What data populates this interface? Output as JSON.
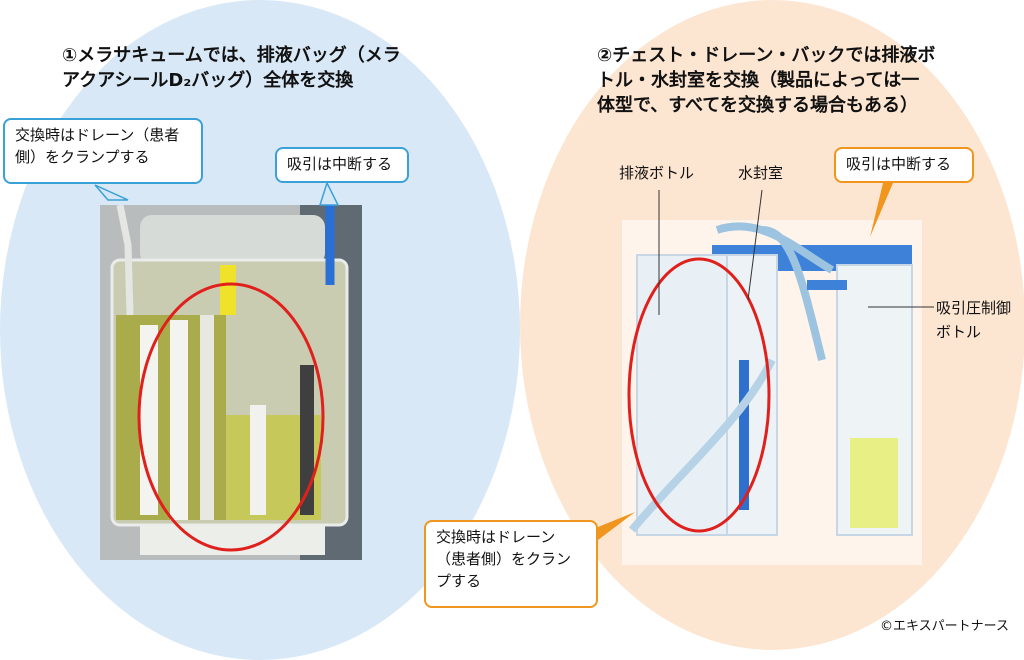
{
  "left": {
    "heading_lines": [
      "①メラサキュームでは、排液バッグ（メラ",
      "アクアシールD₂バッグ）全体を交換"
    ],
    "callout_clamp_lines": [
      "交換時はドレーン（患者",
      "側）をクランプする"
    ],
    "callout_suction": "吸引は中断する"
  },
  "right": {
    "heading_lines": [
      "②チェスト・ドレーン・バックでは排液ボ",
      "トル・水封室を交換（製品によっては一",
      "体型で、すべてを交換する場合もある）"
    ],
    "label_drain_bottle": "排液ボトル",
    "label_water_seal": "水封室",
    "callout_suction": "吸引は中断する",
    "label_suction_control_lines": [
      "吸引圧制御",
      "ボトル"
    ],
    "callout_clamp_lines": [
      "交換時はドレーン",
      "（患者側）をクラン",
      "プする"
    ]
  },
  "copyright": "©エキスパートナース",
  "colors": {
    "left_bg": "#d8e8f7",
    "right_bg": "#fce6d2",
    "blue_callout": "#3aa1d8",
    "orange_callout": "#f0961e",
    "highlight_ring": "#e0201c"
  }
}
